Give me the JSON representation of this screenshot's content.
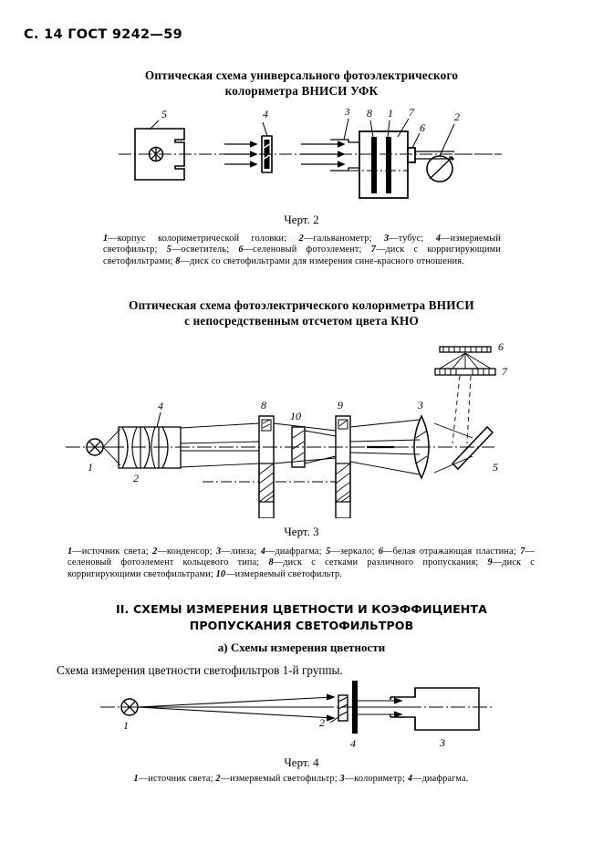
{
  "header": {
    "page_marker": "С. 14 ГОСТ 9242—59"
  },
  "figure2": {
    "title_line1": "Оптическая схема универсального фотоэлектрического",
    "title_line2": "колориметра ВНИСИ УФК",
    "number": "Черт. 2",
    "labels": [
      "5",
      "4",
      "3",
      "8",
      "1",
      "7",
      "6",
      "2"
    ],
    "caption": "1—корпус колориметрической головки; 2—гальванометр; 3—тубус; 4—измеряемый светофильтр; 5—осветитель; 6—селеновый фотоэлемент; 7—диск с корригирующими светофильтрами; 8—диск со светофильтрами  для измерения сине-красного отношения.",
    "caption_items": [
      {
        "num": "1",
        "text": "корпус колориметрической головки"
      },
      {
        "num": "2",
        "text": "гальванометр"
      },
      {
        "num": "3",
        "text": "тубус"
      },
      {
        "num": "4",
        "text": "измеряемый светофильтр"
      },
      {
        "num": "5",
        "text": "осветитель"
      },
      {
        "num": "6",
        "text": "селеновый фотоэлемент"
      },
      {
        "num": "7",
        "text": "диск с корригирующими светофильтрами"
      },
      {
        "num": "8",
        "text": "диск со светофильтрами для измерения сине-красного отношения"
      }
    ]
  },
  "figure3": {
    "title_line1": "Оптическая схема фотоэлектрического колориметра ВНИСИ",
    "title_line2": "с непосредственным отсчетом цвета КНО",
    "number": "Черт. 3",
    "labels": [
      "1",
      "2",
      "4",
      "8",
      "10",
      "9",
      "3",
      "5",
      "6",
      "7"
    ],
    "caption": "1—источник света; 2—конденсор; 3—линза; 4—диафрагма; 5—зеркало; 6—белая отражающая пластина; 7—селеновый фотоэлемент кольцевого типа; 8—диск с сетками различного пропускания; 9—диск с корригирующими светофильтрами; 10—измеряемый светофильтр.",
    "caption_items": [
      {
        "num": "1",
        "text": "источник света"
      },
      {
        "num": "2",
        "text": "конденсор"
      },
      {
        "num": "3",
        "text": "линза"
      },
      {
        "num": "4",
        "text": "диафрагма"
      },
      {
        "num": "5",
        "text": "зеркало"
      },
      {
        "num": "6",
        "text": "белая отражающая пластина"
      },
      {
        "num": "7",
        "text": "селеновый фотоэлемент кольцевого типа"
      },
      {
        "num": "8",
        "text": "диск с сетками различного пропускания"
      },
      {
        "num": "9",
        "text": "диск с корригирующими светофильтрами"
      },
      {
        "num": "10",
        "text": "измеряемый светофильтр"
      }
    ]
  },
  "section2": {
    "heading_line1": "II. СХЕМЫ ИЗМЕРЕНИЯ ЦВЕТНОСТИ И КОЭФФИЦИЕНТА",
    "heading_line2": "ПРОПУСКАНИЯ СВЕТОФИЛЬТРОВ",
    "subheading": "а)  Схемы измерения цветности",
    "body_text": "Схема измерения цветности светофильтров 1-й группы."
  },
  "figure4": {
    "number": "Черт. 4",
    "labels": [
      "1",
      "2",
      "4",
      "3"
    ],
    "caption": "1—источник света; 2—измеряемый светофильтр; 3—колориметр; 4—диафрагма.",
    "caption_items": [
      {
        "num": "1",
        "text": "источник света"
      },
      {
        "num": "2",
        "text": "измеряемый светофильтр"
      },
      {
        "num": "3",
        "text": "колориметр"
      },
      {
        "num": "4",
        "text": "диафрагма"
      }
    ]
  }
}
